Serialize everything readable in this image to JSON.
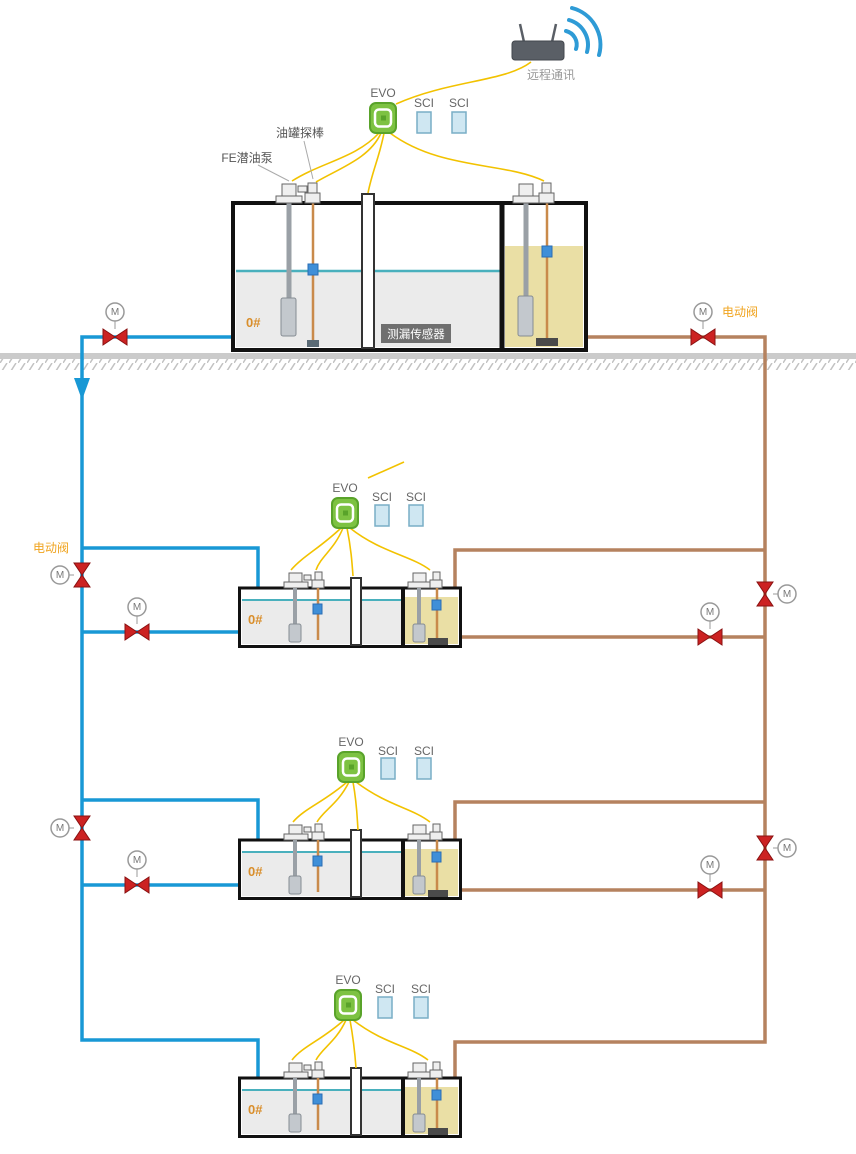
{
  "device_labels": {
    "remote_comm": "远程通讯",
    "evo": "EVO",
    "sci": "SCI"
  },
  "annotations": {
    "tank_probe": "油罐探棒",
    "fe_pump": "FE潜油泵",
    "leak_sensor": "测漏传感器",
    "electric_valve": "电动阀"
  },
  "tank": {
    "grade": "0#"
  },
  "valve": {
    "motor": "M"
  },
  "colors": {
    "supply_pipe_blue": "#1898d5",
    "return_pipe_brown": "#b5825f",
    "signal_wire_yellow": "#f2c200",
    "valve_red": "#cc2222",
    "evo_green": "#7dc242",
    "sci_blue": "#cfe7f2",
    "fuel_tan": "#eadfa5",
    "water_line_teal": "#49b0bd",
    "label_orange": "#f0a420",
    "grade_orange": "#d98e2b"
  }
}
